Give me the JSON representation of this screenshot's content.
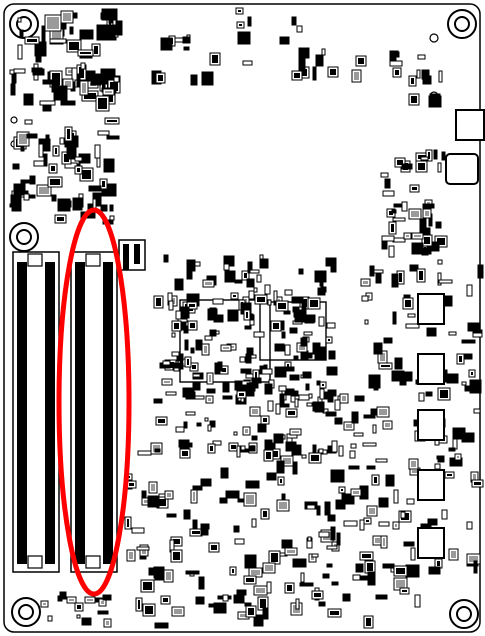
{
  "board": {
    "kind": "PCB silkscreen / top-side component placement view",
    "colors": {
      "background": "#ffffff",
      "outline": "#000000",
      "component": "#000000",
      "pad": "#ffffff",
      "grey_pad": "#9a9a9a",
      "highlight": "#ff0000"
    }
  },
  "highlight": {
    "shape": "ellipse",
    "color": "#ff0000",
    "target": "memory-slot-2"
  },
  "memory_slots": [
    {
      "name": "memory-slot-1"
    },
    {
      "name": "memory-slot-2"
    },
    {
      "name": "memory-slot-3"
    }
  ],
  "mounting_holes": [
    {
      "name": "mounting-hole-top-left"
    },
    {
      "name": "mounting-hole-top-right"
    },
    {
      "name": "mounting-hole-mid-left"
    },
    {
      "name": "mounting-hole-bottom-left"
    },
    {
      "name": "mounting-hole-bottom-right"
    }
  ]
}
